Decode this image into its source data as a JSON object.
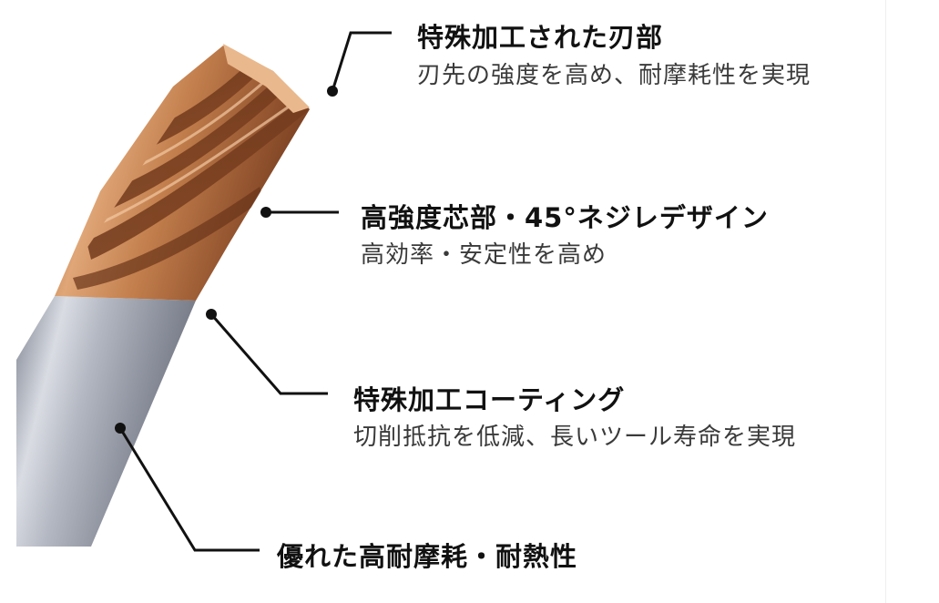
{
  "features": [
    {
      "title": "特殊加工された刃部",
      "desc": "刃先の強度を高め、耐摩耗性を実現"
    },
    {
      "title": "高強度芯部・45°ネジレデザイン",
      "desc": "高効率・安定性を高め"
    },
    {
      "title": "特殊加工コーティング",
      "desc": "切削抵抗を低減、長いツール寿命を実現"
    },
    {
      "title": "優れた高耐摩耗・耐熱性",
      "desc": ""
    }
  ],
  "colors": {
    "coating": "#c98a55",
    "coating_dark": "#6e3a1d",
    "shank": "#9aa0ad",
    "leader": "#111111"
  }
}
